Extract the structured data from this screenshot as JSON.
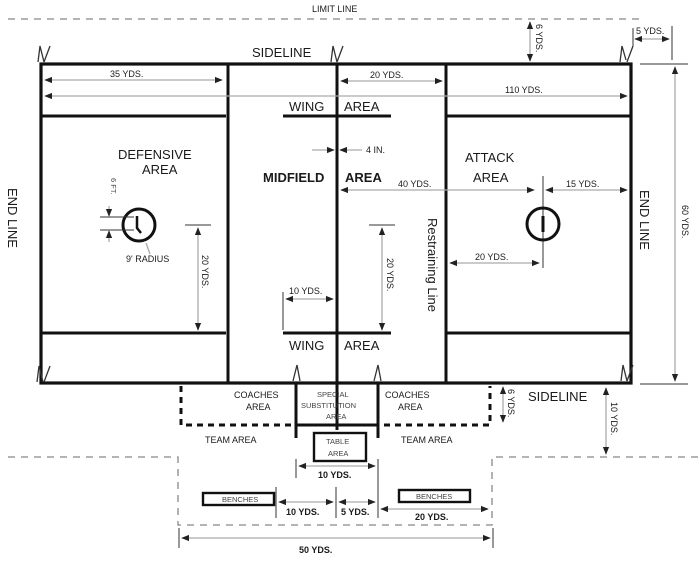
{
  "diagram": {
    "type": "lacrosse-field-layout",
    "labels": {
      "limit_line": "LIMIT LINE",
      "sideline_top": "SIDELINE",
      "sideline_bottom": "SIDELINE",
      "end_line_left": "END LINE",
      "end_line_right": "END LINE",
      "restraining_line": "Restraining Line",
      "wing_top": "WING",
      "area_top": "AREA",
      "wing_bottom": "WING",
      "area_bottom": "AREA",
      "midfield": "MIDFIELD",
      "midfield_area": "AREA",
      "defensive_1": "DEFENSIVE",
      "defensive_2": "AREA",
      "attack_1": "ATTACK",
      "attack_2": "AREA",
      "radius": "9' RADIUS",
      "coaches_left_1": "COACHES",
      "coaches_left_2": "AREA",
      "coaches_right_1": "COACHES",
      "coaches_right_2": "AREA",
      "special_1": "SPECIAL",
      "special_2": "SUBSTITUTION",
      "special_3": "AREA",
      "team_area_left": "TEAM AREA",
      "team_area_right": "TEAM AREA",
      "table_1": "TABLE",
      "table_2": "AREA",
      "benches_left": "BENCHES",
      "benches_right": "BENCHES"
    },
    "dimensions": {
      "d35": "35 YDS.",
      "d20_top": "20 YDS.",
      "d110": "110 YDS.",
      "d6_top": "6 YDS.",
      "d5_top": "5 YDS.",
      "d60": "60 YDS.",
      "d4in": "4 IN.",
      "d40": "40 YDS.",
      "d15": "15 YDS.",
      "d6ft": "6 FT.",
      "d20_def": "20 YDS.",
      "d20_mid": "20 YDS.",
      "d20_att": "20 YDS.",
      "d10_wing": "10 YDS.",
      "d6_bottom": "6 YDS.",
      "d10_bottom": "10 YDS.",
      "d10_table": "10 YDS.",
      "d10_bench": "10 YDS.",
      "d5_bench": "5 YDS.",
      "d20_bench": "20 YDS.",
      "d50": "50 YDS."
    }
  }
}
